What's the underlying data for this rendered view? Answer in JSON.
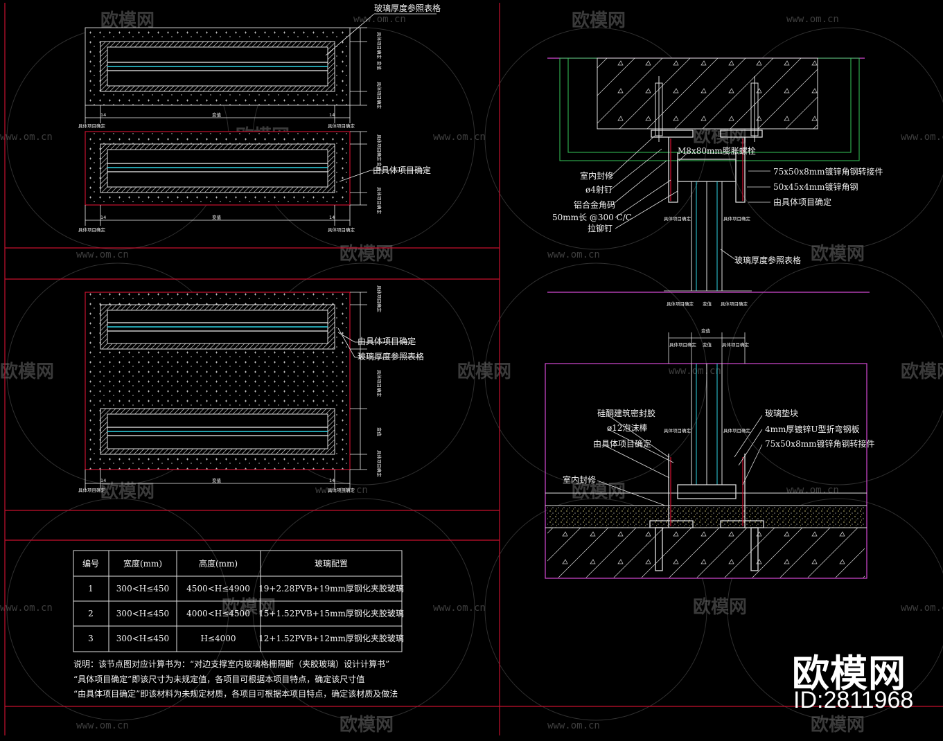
{
  "colors": {
    "frame": "#c8102e",
    "cyan": "#2fd6e6",
    "magenta": "#d44ad4",
    "green": "#36c75a",
    "white": "#f2f2f2",
    "grey": "#888888"
  },
  "top_left_detail": {
    "glass_thickness_note": "玻璃厚度参照表格",
    "project_note": "由具体项目确定",
    "dim_14": "14",
    "dim_variable": "变值",
    "dim_project": "具体项目确定"
  },
  "mid_left_detail": {
    "project_note": "由具体项目确定",
    "glass_thickness_note": "玻璃厚度参照表格",
    "dim_14": "14",
    "dim_variable": "变值",
    "dim_project": "具体项目确定"
  },
  "right_top_detail": {
    "labels_left": [
      "室内封修",
      "ø4射钉",
      "铝合金角码",
      "50mm长 @300 C/C",
      "拉铆钉"
    ],
    "anchor_bolt": "M8x80mm膨胀螺栓",
    "labels_right": [
      "75x50x8mm镀锌角钢转接件",
      "50x45x4mm镀锌角钢",
      "由具体项目确定"
    ],
    "glass_note": "玻璃厚度参照表格",
    "dim_project": "具体项目确定",
    "dim_variable": "变值"
  },
  "right_bottom_detail": {
    "labels_left": [
      "硅酮建筑密封胶",
      "ø12泡沫棒",
      "由具体项目确定",
      "室内封修"
    ],
    "labels_right": [
      "玻璃垫块",
      "4mm厚镀锌U型折弯钢板",
      "75x50x8mm镀锌角钢转接件"
    ],
    "dim_variable": "变值",
    "dim_project": "具体项目确定"
  },
  "table": {
    "headers": [
      "编号",
      "宽度(mm)",
      "高度(mm)",
      "玻璃配置"
    ],
    "rows": [
      [
        "1",
        "300<H≤450",
        "4500<H≤4900",
        "19+2.28PVB+19mm厚钢化夹胶玻璃"
      ],
      [
        "2",
        "300<H≤450",
        "4000<H≤4500",
        "15+1.52PVB+15mm厚钢化夹胶玻璃"
      ],
      [
        "3",
        "300<H≤450",
        "H≤4000",
        "12+1.52PVB+12mm厚钢化夹胶玻璃"
      ]
    ]
  },
  "notes": [
    "说明：该节点图对应计算书为：“对边支撑室内玻璃格栅隔断（夹胶玻璃）设计计算书”",
    "“具体项目确定”即该尺寸为未规定值，各项目可根据本项目特点，确定该尺寸值",
    "“由具体项目确定”即该材料为未规定材质，各项目可根据本项目特点，确定该材质及做法"
  ],
  "watermark": {
    "brand": "欧模网",
    "url": "www.om.cn"
  },
  "brand_logo": "欧模网",
  "brand_id": "ID:2811968"
}
